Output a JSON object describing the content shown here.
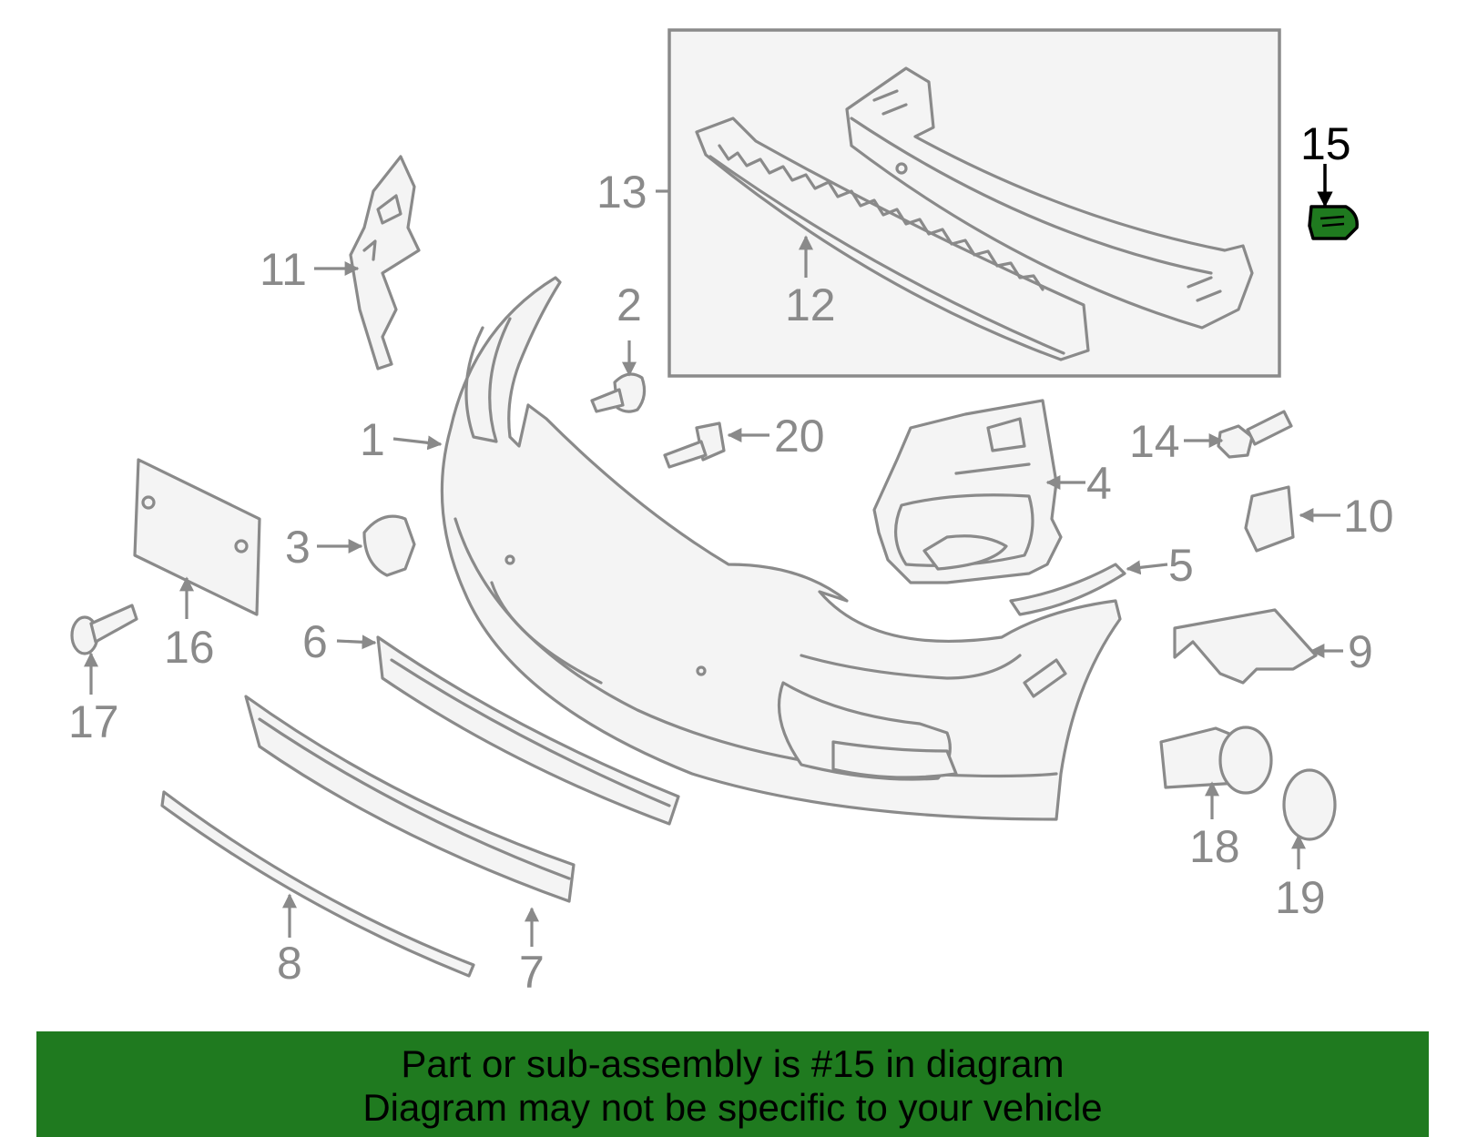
{
  "callouts": {
    "c1": "1",
    "c2": "2",
    "c3": "3",
    "c4": "4",
    "c5": "5",
    "c6": "6",
    "c7": "7",
    "c8": "8",
    "c9": "9",
    "c10": "10",
    "c11": "11",
    "c12": "12",
    "c13": "13",
    "c14": "14",
    "c15": "15",
    "c16": "16",
    "c17": "17",
    "c18": "18",
    "c19": "19",
    "c20": "20"
  },
  "highlighted_part": "15",
  "colors": {
    "highlight": "#1f7a1f",
    "line_art": "#8a8a8a",
    "subassembly_box": "#f4f4f4"
  },
  "banner": {
    "line1": "Part or sub-assembly is #15 in diagram",
    "line2": "Diagram may not be specific to your vehicle"
  }
}
